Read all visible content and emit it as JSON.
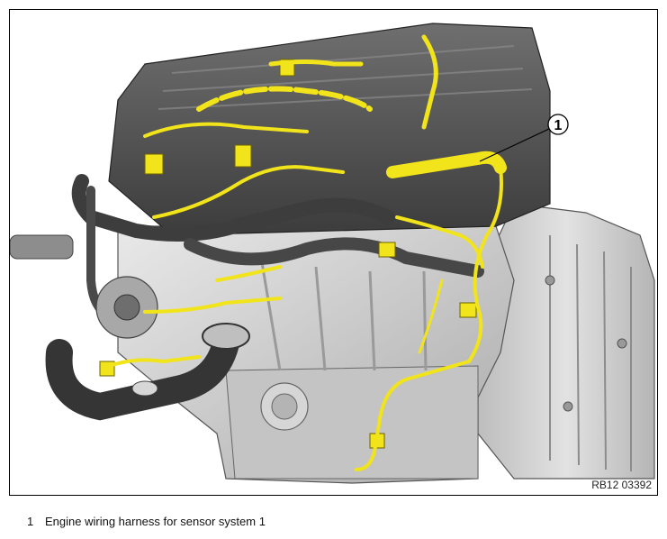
{
  "figure": {
    "reference_code": "RB12 03392",
    "callout_number": "1",
    "harness_color": "#f2e41a"
  },
  "legend": [
    {
      "number": "1",
      "text": "Engine wiring harness for sensor system 1"
    }
  ]
}
